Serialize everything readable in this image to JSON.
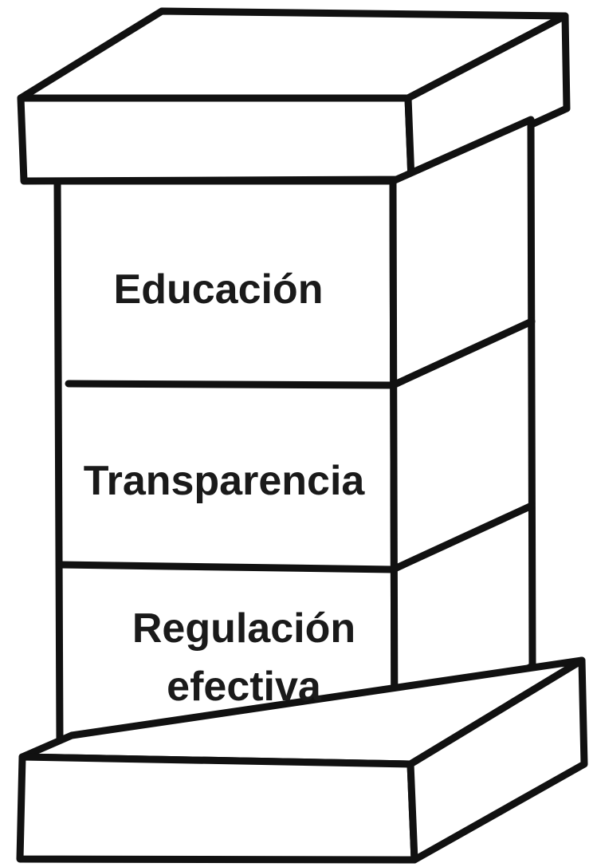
{
  "diagram": {
    "colors": {
      "ink": "#111111",
      "fill": "#ffffff"
    },
    "layers": [
      {
        "id": "top",
        "label_lines": [
          "Educación"
        ]
      },
      {
        "id": "middle",
        "label_lines": [
          "Transparencia"
        ]
      },
      {
        "id": "bottom",
        "label_lines": [
          "Regulación",
          "efectiva"
        ]
      }
    ]
  }
}
